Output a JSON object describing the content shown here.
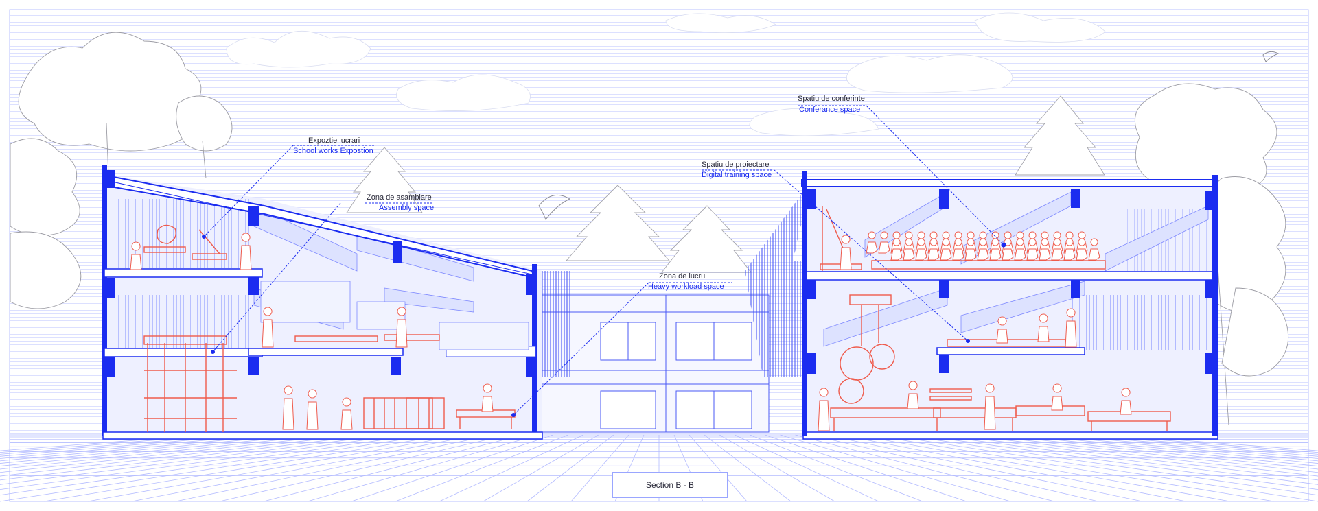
{
  "colors": {
    "primary_blue": "#1b2cf0",
    "light_blue": "#a9b3ff",
    "pale_blue": "#e4e8ff",
    "accent_red": "#ef5b4c",
    "tree_gray": "#9c9ca4",
    "text_dark": "#2a2a3a"
  },
  "labels": [
    {
      "id": "expozitie",
      "ro": "Expoztie lucrari",
      "en": "School works Expostion"
    },
    {
      "id": "asamblare",
      "ro": "Zona de asamblare",
      "en": "Assembly space"
    },
    {
      "id": "lucru",
      "ro": "Zona de lucru",
      "en": "Heavy workload space"
    },
    {
      "id": "proiectare",
      "ro": "Spatiu de proiectare",
      "en": "Digital training space"
    },
    {
      "id": "conferinte",
      "ro": "Spatiu de conferinte",
      "en": "Conferance space"
    }
  ],
  "section_title": "Section B - B"
}
